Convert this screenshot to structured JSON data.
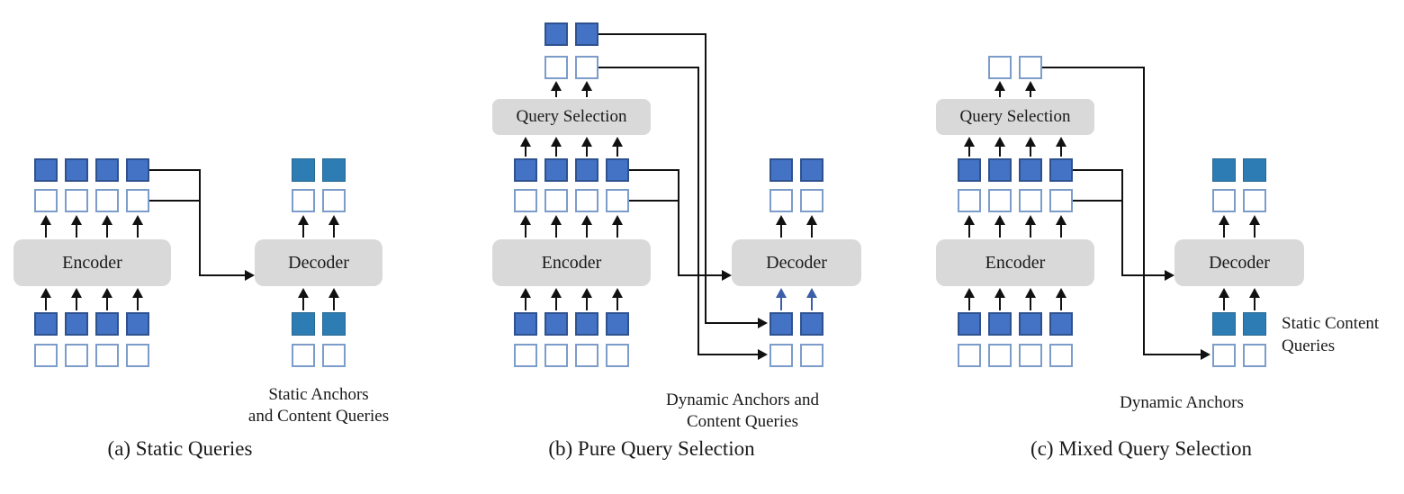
{
  "colors": {
    "contentFill": "#4472C4",
    "contentBorder": "#2F528F",
    "staticFill": "#2E7CB4",
    "staticBorder": "#27688F",
    "outlineBorder": "#7C9CC9",
    "boxFill": "#D9D9D9",
    "lineColor": "#111111",
    "blueArrow": "#3B5EA6",
    "textColor": "#1A1A1A"
  },
  "panels": {
    "a": {
      "caption": "(a) Static Queries",
      "encoder_label": "Encoder",
      "decoder_label": "Decoder",
      "note_line1": "Static Anchors",
      "note_line2": "and Content Queries"
    },
    "b": {
      "caption": "(b) Pure Query Selection",
      "encoder_label": "Encoder",
      "query_selection_label": "Query Selection",
      "decoder_label": "Decoder",
      "note_line1": "Dynamic Anchors and",
      "note_line2": "Content Queries"
    },
    "c": {
      "caption": "(c) Mixed Query Selection",
      "encoder_label": "Encoder",
      "query_selection_label": "Query Selection",
      "decoder_label": "Decoder",
      "note_line1": "Dynamic Anchors",
      "side_note_line1": "Static Content",
      "side_note_line2": "Queries"
    }
  }
}
